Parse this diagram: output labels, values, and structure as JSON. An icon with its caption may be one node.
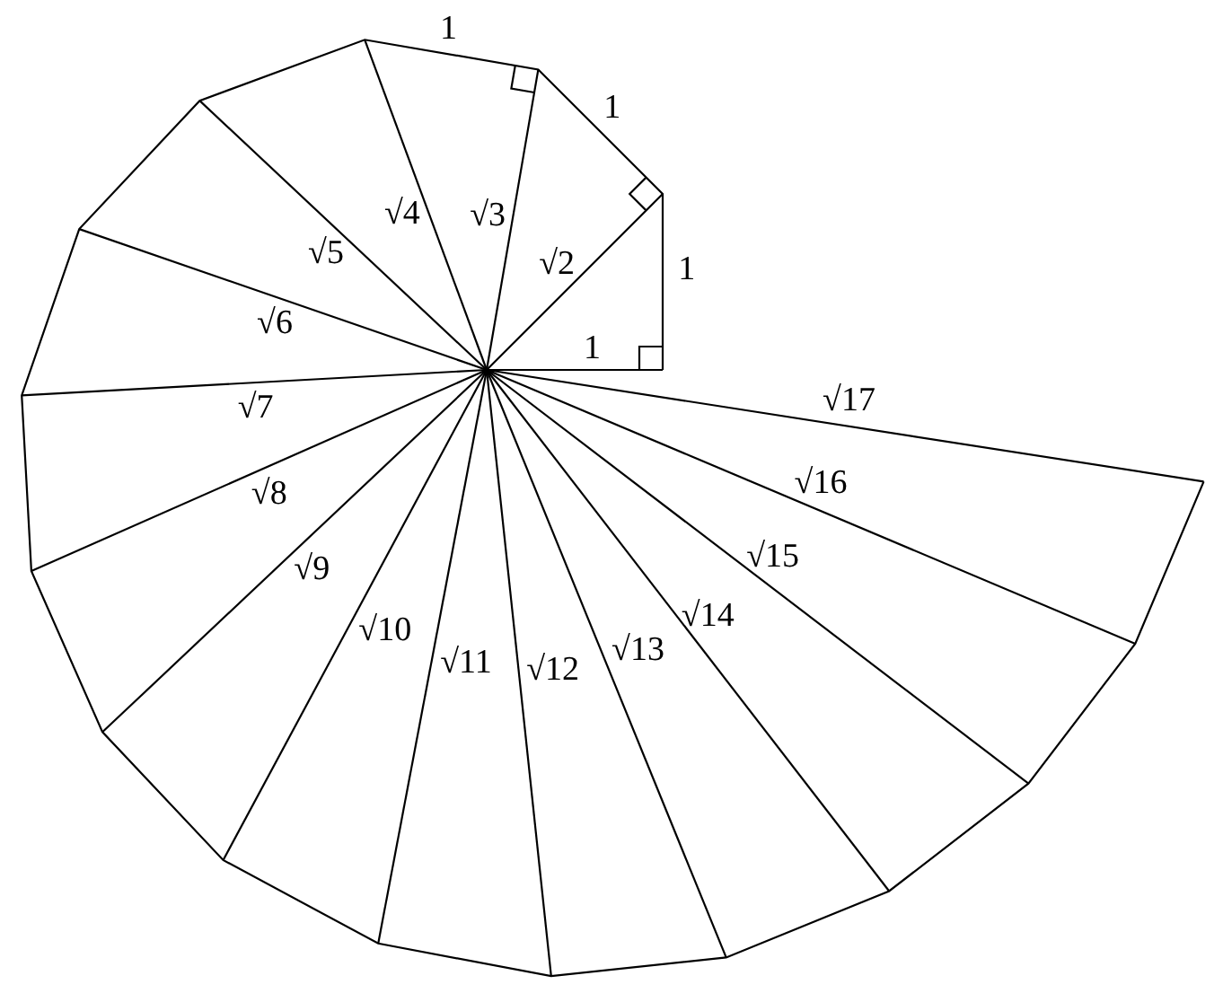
{
  "diagram": {
    "labels": [
      "1",
      "1",
      "1",
      "1",
      "√2",
      "√3",
      "√4",
      "√5",
      "√6",
      "√7",
      "√8",
      "√9",
      "√10",
      "√11",
      "√12",
      "√13",
      "√14",
      "√15",
      "√16",
      "√17"
    ]
  }
}
